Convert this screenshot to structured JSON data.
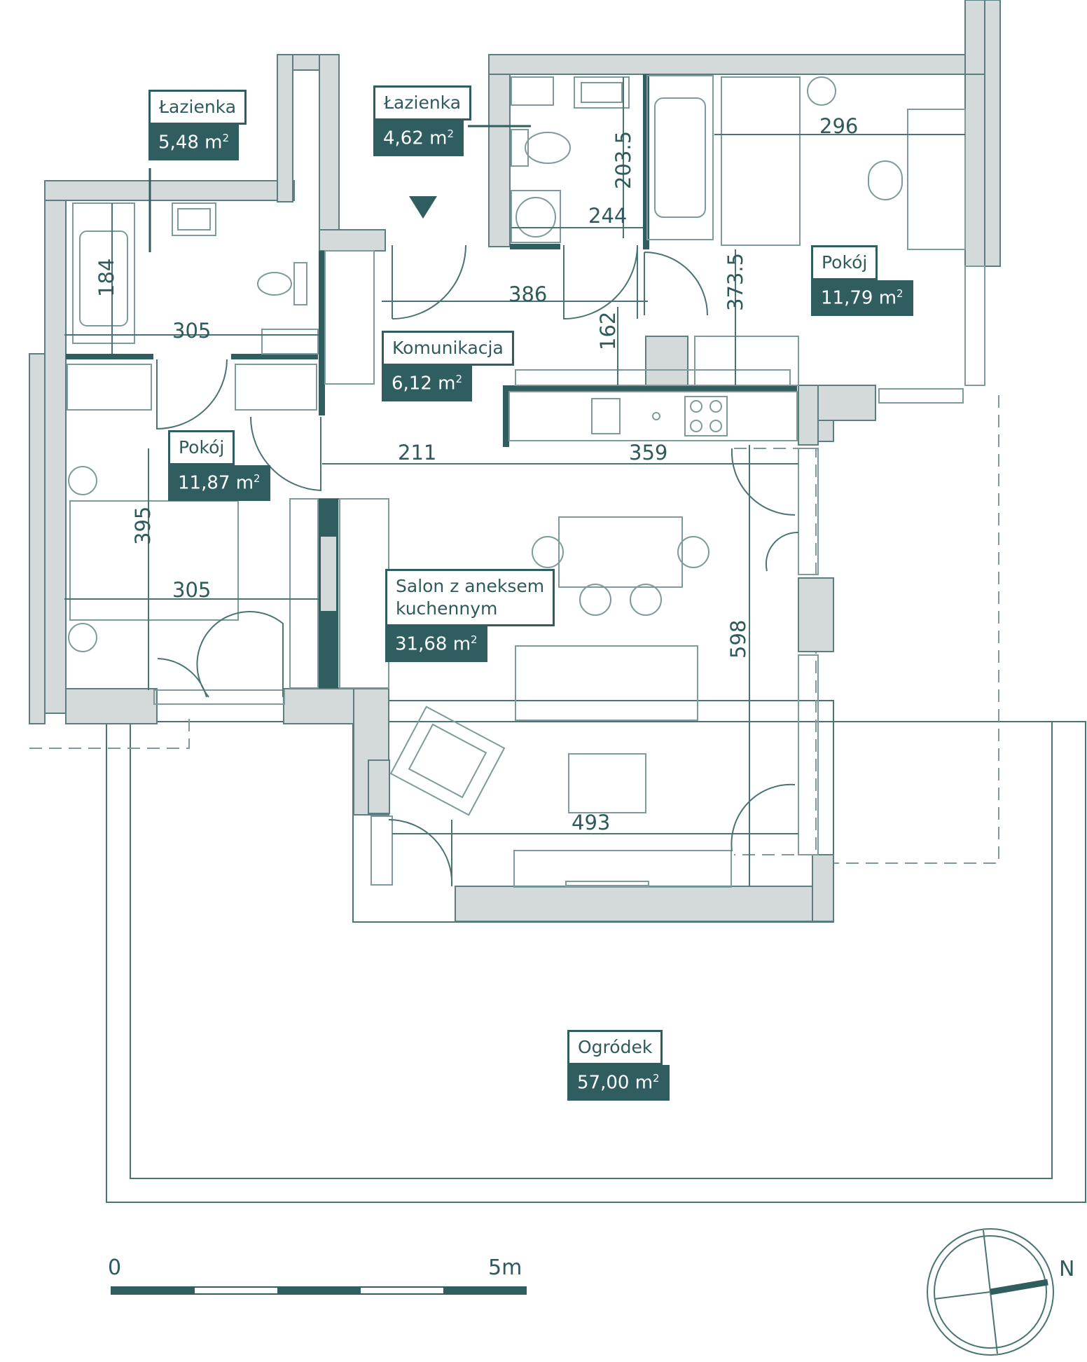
{
  "rooms": [
    {
      "id": "lazienka-1",
      "name": "Łazienka",
      "area": "5,48 m",
      "sup": "2"
    },
    {
      "id": "lazienka-2",
      "name": "Łazienka",
      "area": "4,62 m",
      "sup": "2"
    },
    {
      "id": "pokoj-1",
      "name": "Pokój",
      "area": "11,79 m",
      "sup": "2"
    },
    {
      "id": "komunikacja",
      "name": "Komunikacja",
      "area": "6,12 m",
      "sup": "2"
    },
    {
      "id": "pokoj-2",
      "name": "Pokój",
      "area": "11,87 m",
      "sup": "2"
    },
    {
      "id": "salon",
      "name": "Salon z aneksem\nkuchennym",
      "area": "31,68 m",
      "sup": "2"
    },
    {
      "id": "ogrodek",
      "name": "Ogródek",
      "area": "57,00 m",
      "sup": "2"
    }
  ],
  "dimensions": [
    "184",
    "305",
    "203.5",
    "244",
    "296",
    "386",
    "373.5",
    "162",
    "211",
    "359",
    "395",
    "305",
    "598",
    "493"
  ],
  "scale": {
    "start": "0",
    "end": "5m"
  },
  "compass": {
    "label": "N"
  },
  "colors": {
    "accent": "#2f5d60",
    "wall": "#d4dad9",
    "line": "#4a7374",
    "white": "#ffffff"
  }
}
